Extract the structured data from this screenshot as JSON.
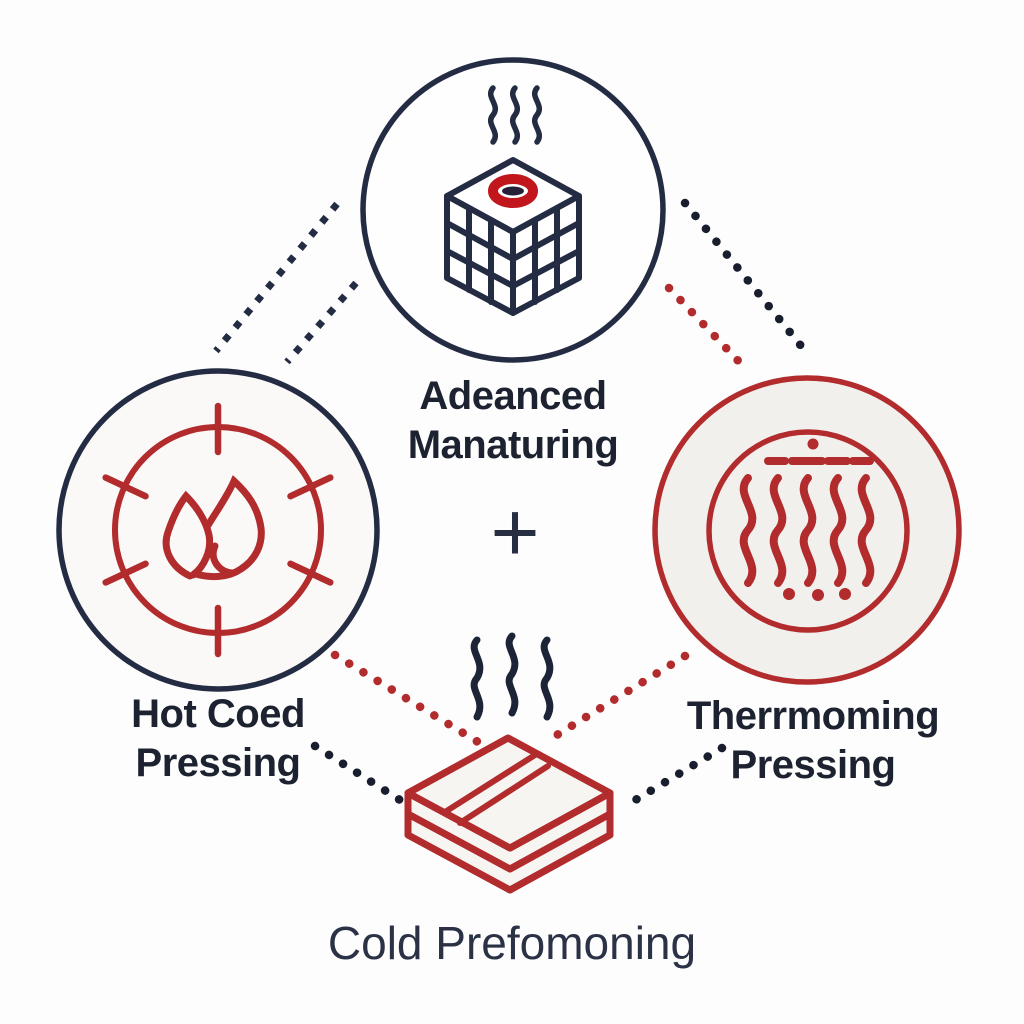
{
  "diagram": {
    "center_symbol": "+",
    "nodes": {
      "top": {
        "id": "advanced-manufacturing",
        "line1": "Adeanced",
        "line2": "Manaturing"
      },
      "left": {
        "id": "hot-cold-pressing",
        "line1": "Hot Coed",
        "line2": "Pressing"
      },
      "right": {
        "id": "thermoforming-pressing",
        "line1": "Therrmoming",
        "line2": "Pressing"
      },
      "bottom": {
        "id": "cold-preforming",
        "label": "Cold Prefomoning"
      }
    },
    "icons": {
      "top": "cube-with-heat-icon",
      "left": "flame-burner-target-icon",
      "right": "heat-waves-icon",
      "bottom": "layered-sheets-heat-icon"
    },
    "colors": {
      "navy": "#242c44",
      "black_dot": "#191e2e",
      "red": "#b22b2d",
      "bright_red": "#c2161d",
      "label_text": "#1d2230",
      "bottom_text": "#2b3246",
      "right_circle_fill": "#f2f0ed",
      "background": "#fdfdfd"
    }
  }
}
